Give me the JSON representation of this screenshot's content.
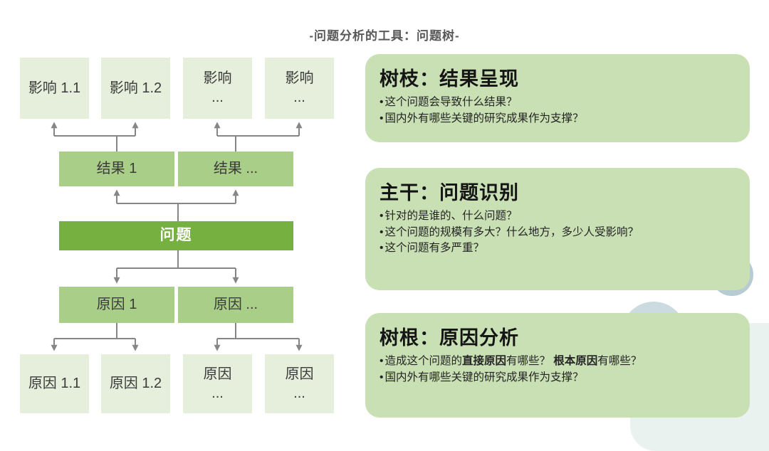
{
  "title": "-问题分析的工具：问题树-",
  "bullet": "•",
  "tree": {
    "effects": [
      "影响 1.1",
      "影响 1.2",
      "影响\n...",
      "影响\n..."
    ],
    "results": [
      "结果 1",
      "结果 ..."
    ],
    "problem": "问题",
    "causes": [
      "原因 1",
      "原因 ..."
    ],
    "subcauses": [
      "原因 1.1",
      "原因 1.2",
      "原因\n...",
      "原因\n..."
    ]
  },
  "panels": [
    {
      "title": "树枝：结果呈现",
      "bullets": [
        [
          {
            "text": "这个问题会导致什么结果？",
            "bold": false
          }
        ],
        [
          {
            "text": "国内外有哪些关键的研究成果作为支撑？",
            "bold": false
          }
        ]
      ]
    },
    {
      "title": "主干：问题识别",
      "bullets": [
        [
          {
            "text": "针对的是谁的、什么问题？",
            "bold": false
          }
        ],
        [
          {
            "text": "这个问题的规模有多大？什么地方，多少人受影响？",
            "bold": false
          }
        ],
        [
          {
            "text": "这个问题有多严重？",
            "bold": false
          }
        ]
      ]
    },
    {
      "title": "树根：原因分析",
      "bullets": [
        [
          {
            "text": "造成这个问题的",
            "bold": false
          },
          {
            "text": "直接原因",
            "bold": true
          },
          {
            "text": "有哪些？ ",
            "bold": false
          },
          {
            "text": "根本原因",
            "bold": true
          },
          {
            "text": "有哪些？",
            "bold": false
          }
        ],
        [
          {
            "text": "国内外有哪些关键的研究成果作为支撑？",
            "bold": false
          }
        ]
      ]
    }
  ],
  "colors": {
    "box_light": "#e5efdb",
    "box_mid": "#a9ce88",
    "box_dark": "#76b041",
    "panel_bg": "#c9dfb4",
    "connector": "#868686",
    "title_text": "#595959",
    "decor_circle_large": "#ccdbdf",
    "decor_circle_corner": "#b7cbd2",
    "decor_teal_card": "#e9f2ef"
  }
}
